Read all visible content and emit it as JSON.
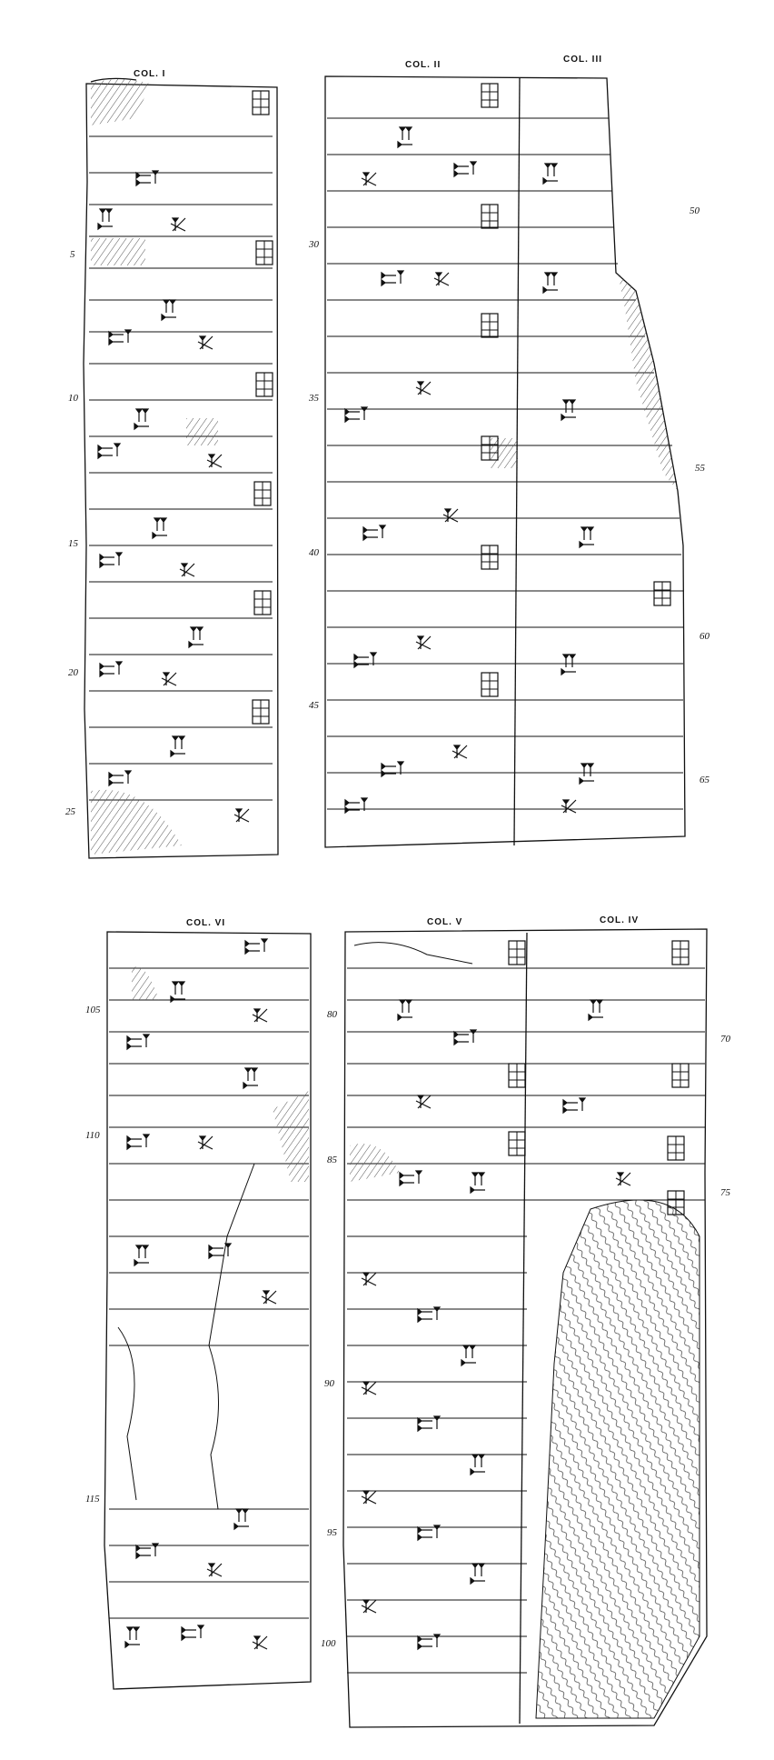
{
  "plate_top": {
    "columns": [
      "COL. I",
      "COL. II",
      "COL. III"
    ],
    "line_numbers_left_col1": [
      "5",
      "10",
      "15",
      "20",
      "25"
    ],
    "line_numbers_left_col2": [
      "30",
      "35",
      "40",
      "45"
    ],
    "line_numbers_right": [
      "50",
      "55",
      "60",
      "65"
    ]
  },
  "plate_bottom": {
    "columns": [
      "COL. VI",
      "COL. V",
      "COL. IV"
    ],
    "line_numbers_left_col6": [
      "105",
      "110",
      "115"
    ],
    "line_numbers_left_col5": [
      "80",
      "85",
      "90",
      "95",
      "100"
    ],
    "line_numbers_right": [
      "70",
      "75"
    ]
  },
  "colors": {
    "ink": "#111111",
    "paper": "#ffffff",
    "hatch": "#555555"
  }
}
